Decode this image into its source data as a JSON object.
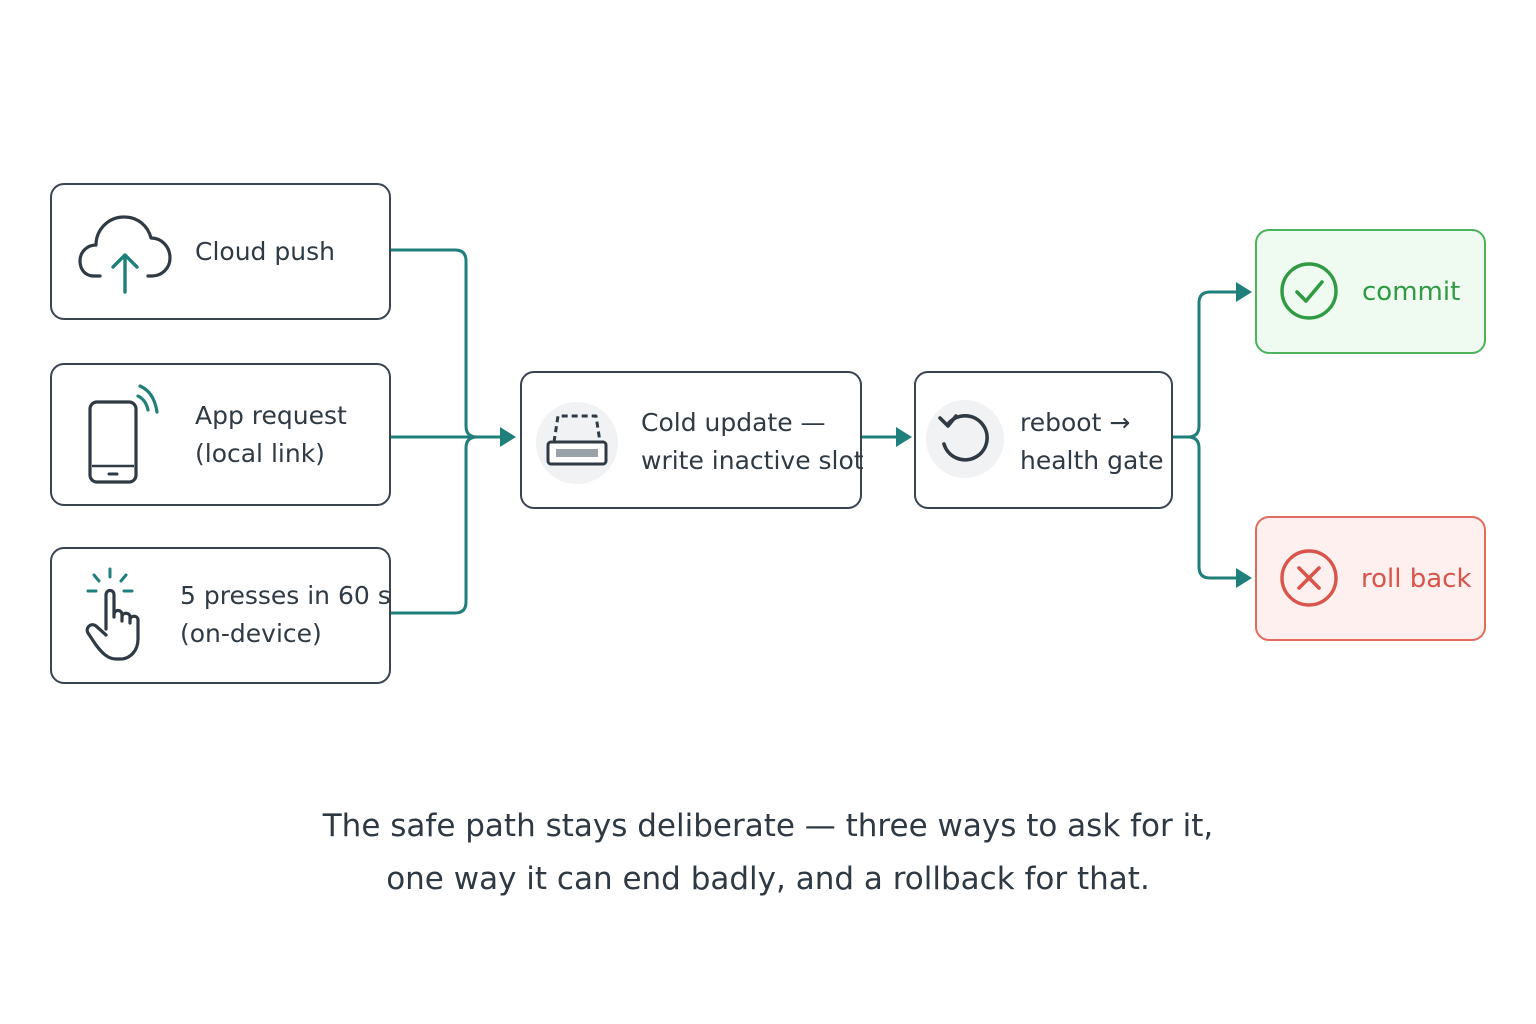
{
  "diagram": {
    "sources": [
      {
        "id": "cloud",
        "label": "Cloud push",
        "icon": "cloud-upload-icon"
      },
      {
        "id": "app",
        "label": "App request\n(local link)",
        "icon": "phone-signal-icon"
      },
      {
        "id": "press",
        "label": "5 presses in 60 s\n(on-device)",
        "icon": "hand-tap-icon"
      }
    ],
    "update": {
      "label": "Cold update —\nwrite inactive slot",
      "icon": "disk-slot-icon"
    },
    "reboot": {
      "label": "reboot →\nhealth gate",
      "icon": "reboot-icon"
    },
    "commit": {
      "label": "commit",
      "icon": "check-circle-icon"
    },
    "rollback": {
      "label": "roll back",
      "icon": "x-circle-icon"
    }
  },
  "caption": {
    "line1": "The safe path stays deliberate — three ways to ask for it,",
    "line2": "one way it can end badly, and a rollback for that."
  },
  "colors": {
    "connector": "#1f7f7a",
    "box_border": "#3a4350",
    "success": "#4cb35a",
    "failure": "#e46b5f"
  }
}
